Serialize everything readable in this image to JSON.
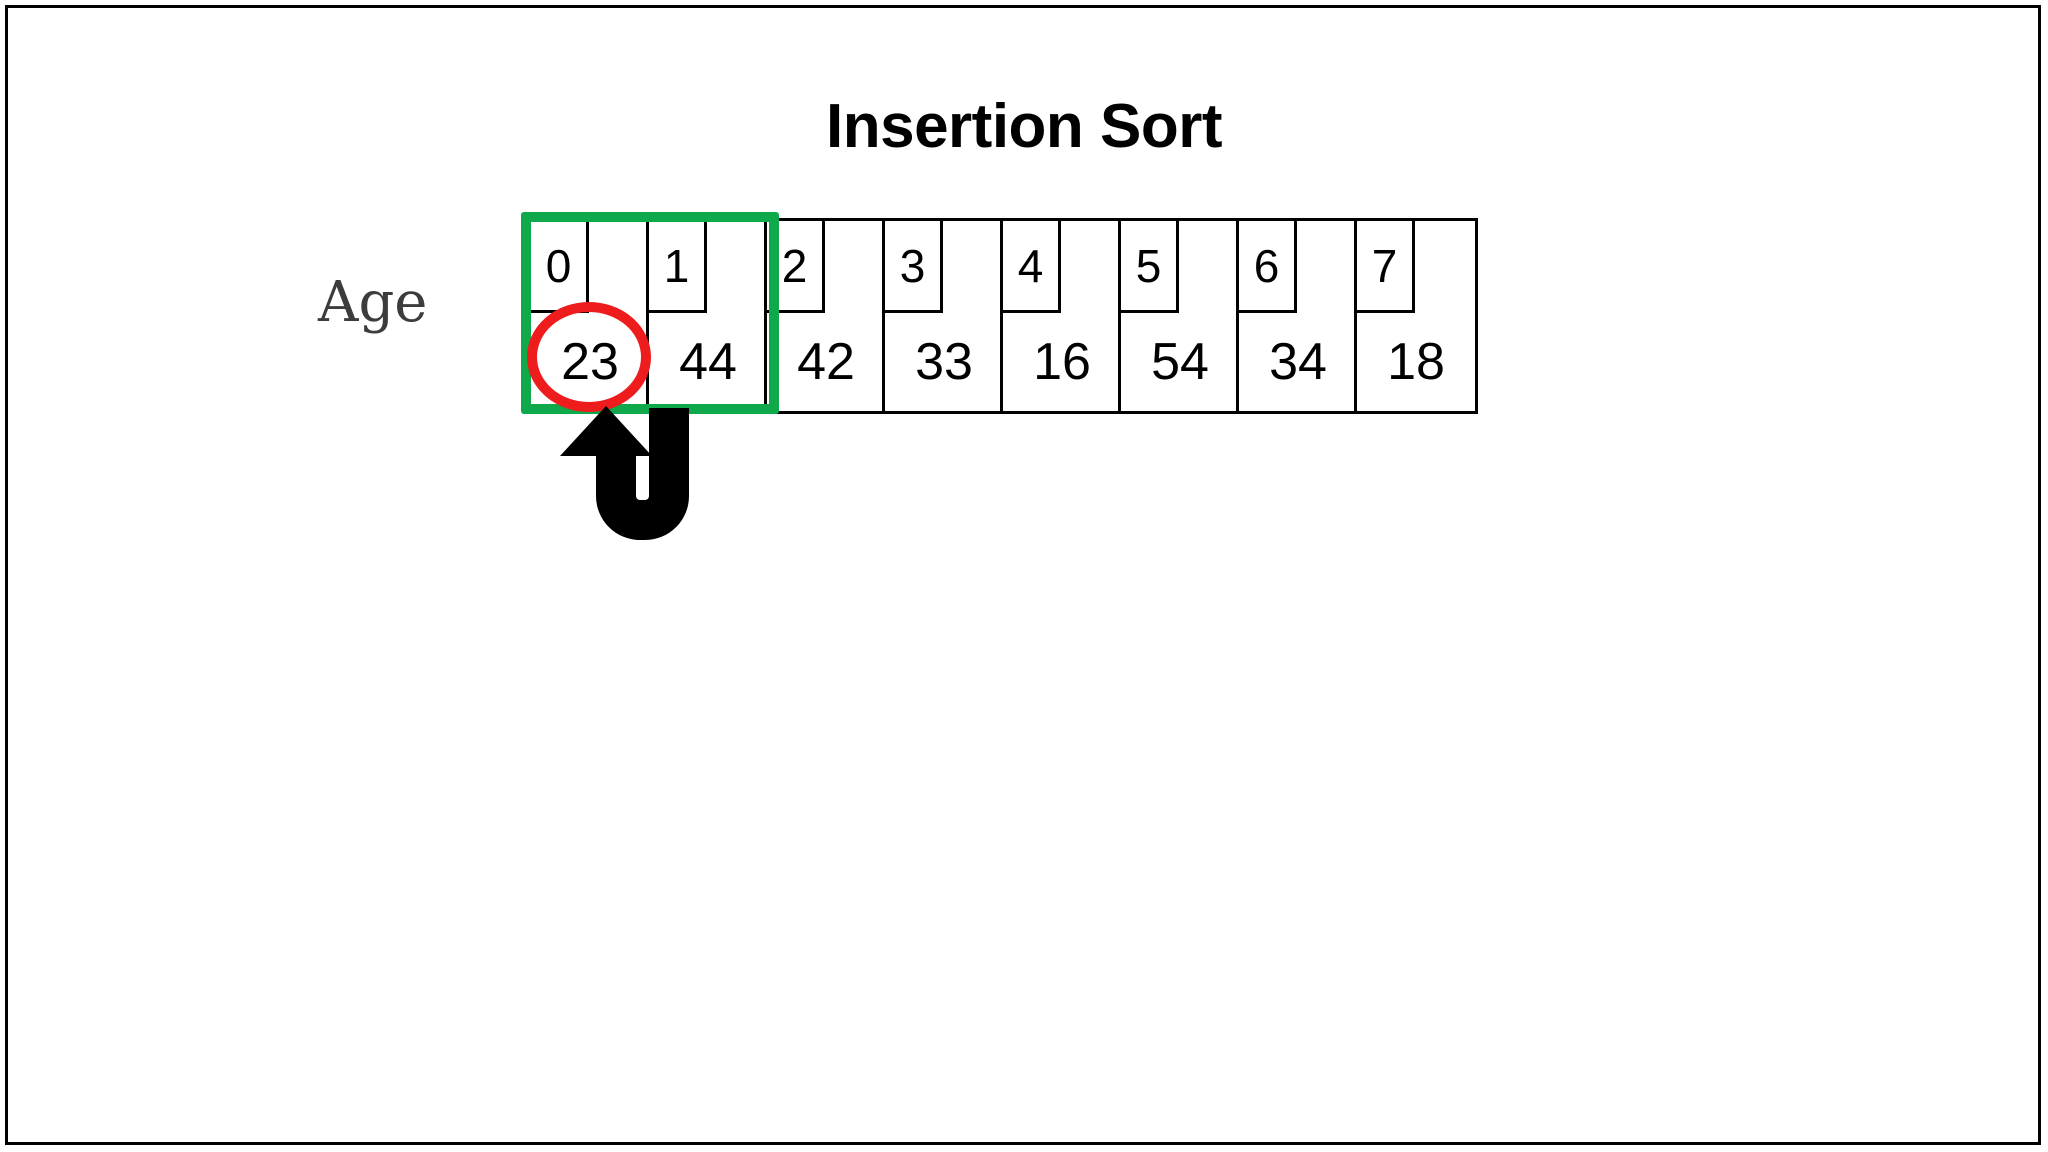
{
  "slide": {
    "title": "Insertion Sort",
    "background_color": "#ffffff",
    "border_color": "#000000"
  },
  "row_label": {
    "text": "Age",
    "color": "#3c3c3c"
  },
  "array": {
    "indices": [
      "0",
      "1",
      "2",
      "3",
      "4",
      "5",
      "6",
      "7"
    ],
    "values": [
      "23",
      "44",
      "42",
      "33",
      "16",
      "54",
      "34",
      "18"
    ],
    "cell_border_color": "#000000"
  },
  "annotations": {
    "selection": {
      "name": "green-selection-rectangle",
      "color": "#0FA84A",
      "covers_indices": [
        "0",
        "1"
      ],
      "stroke_width": "10"
    },
    "highlight": {
      "name": "red-highlight-ellipse",
      "color": "#EE1C1C",
      "target_value": "23",
      "target_index": "0",
      "stroke_width": "9"
    },
    "move_arrow": {
      "name": "u-turn-move-arrow",
      "color": "#000000",
      "from_index": "1",
      "to_index": "0",
      "direction": "up"
    }
  }
}
